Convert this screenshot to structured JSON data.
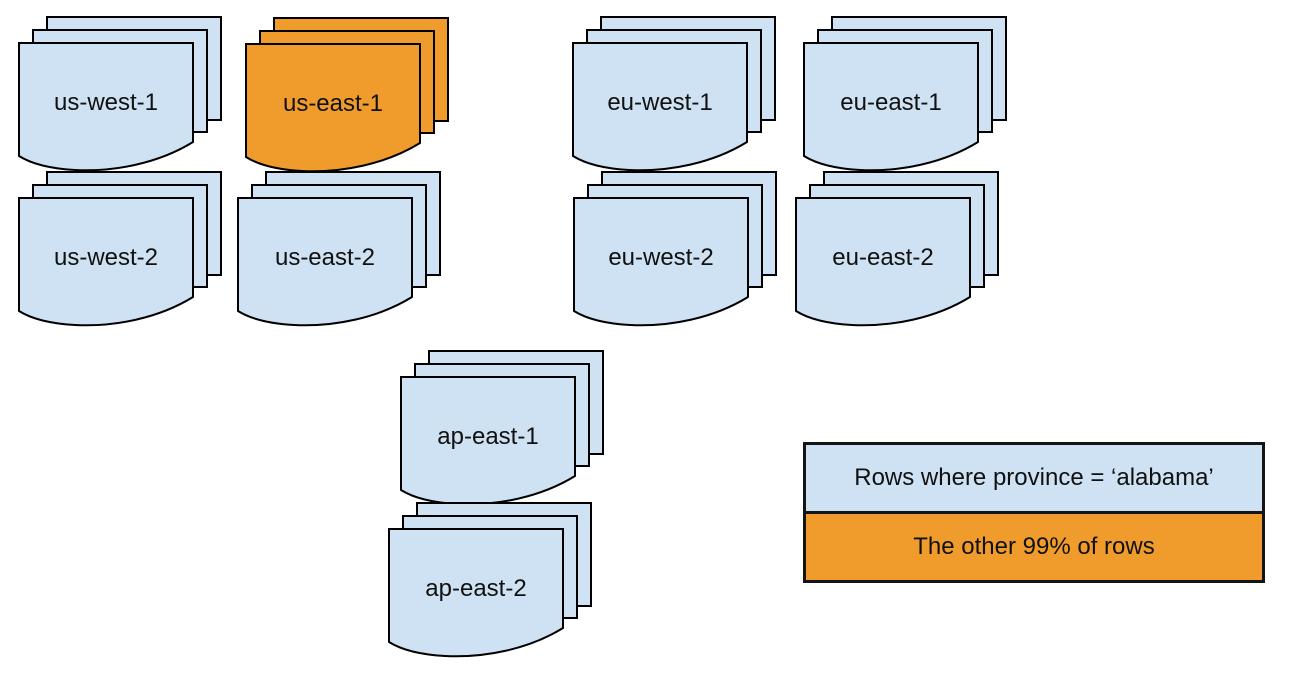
{
  "colors": {
    "sheet_blue": "#cfe2f3",
    "sheet_orange": "#f09c2c",
    "outline": "#000000",
    "text": "#111111"
  },
  "regions": [
    {
      "label": "us-west-1",
      "color": "blue"
    },
    {
      "label": "us-east-1",
      "color": "orange"
    },
    {
      "label": "eu-west-1",
      "color": "blue"
    },
    {
      "label": "eu-east-1",
      "color": "blue"
    },
    {
      "label": "us-west-2",
      "color": "blue"
    },
    {
      "label": "us-east-2",
      "color": "blue"
    },
    {
      "label": "eu-west-2",
      "color": "blue"
    },
    {
      "label": "eu-east-2",
      "color": "blue"
    },
    {
      "label": "ap-east-1",
      "color": "blue"
    },
    {
      "label": "ap-east-2",
      "color": "blue"
    }
  ],
  "legend": {
    "items": [
      {
        "label": "Rows where province = ‘alabama’",
        "color": "blue"
      },
      {
        "label": "The other 99% of rows",
        "color": "orange"
      }
    ]
  }
}
